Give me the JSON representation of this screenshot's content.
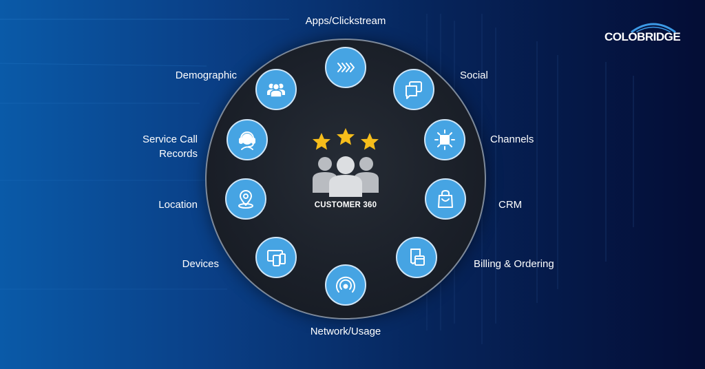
{
  "brand": {
    "name": "COLOBRIDGE"
  },
  "center": {
    "title": "CUSTOMER 360",
    "star_color": "#f6bd1b",
    "people_color": "#d7d9dc"
  },
  "colors": {
    "node_fill": "#46a4e3",
    "wheel_fill": "#1b2029",
    "label": "#ffffff"
  },
  "nodes": [
    {
      "label": "Apps/Clickstream",
      "icon": "chevrons-right-icon"
    },
    {
      "label": "Social",
      "icon": "chat-bubbles-icon"
    },
    {
      "label": "Channels",
      "icon": "box-broadcast-icon"
    },
    {
      "label": "CRM",
      "icon": "shopping-bag-icon"
    },
    {
      "label": "Billing & Ordering",
      "icon": "receipt-card-icon"
    },
    {
      "label": "Network/Usage",
      "icon": "signal-waves-icon"
    },
    {
      "label": "Devices",
      "icon": "devices-icon"
    },
    {
      "label": "Location",
      "icon": "location-pin-icon"
    },
    {
      "label_line1": "Service Call",
      "label_line2": "Records",
      "icon": "headset-agent-icon"
    },
    {
      "label": "Demographic",
      "icon": "group-people-icon"
    }
  ]
}
